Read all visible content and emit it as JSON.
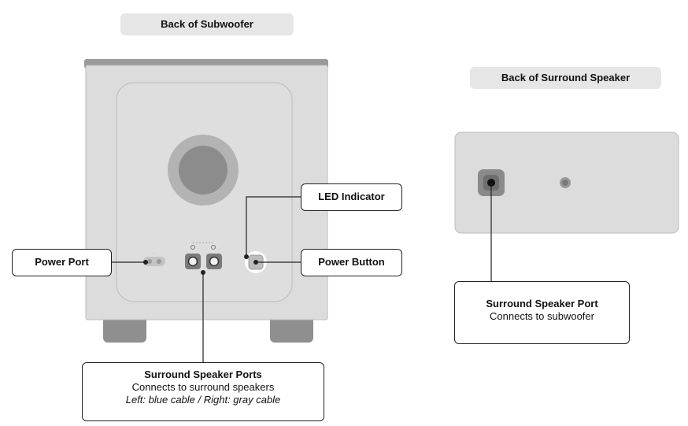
{
  "subwoofer": {
    "heading": "Back of Subwoofer",
    "callouts": {
      "power_port": "Power Port",
      "led_indicator": "LED Indicator",
      "power_button": "Power Button",
      "surround_ports": {
        "title": "Surround Speaker Ports",
        "line1": "Connects to surround speakers",
        "line2": "Left: blue cable / Right: gray cable"
      }
    }
  },
  "surround_speaker": {
    "heading": "Back of Surround Speaker",
    "callout": {
      "title": "Surround Speaker Port",
      "line1": "Connects to subwoofer"
    }
  },
  "colors": {
    "panel": "#dcdcdc",
    "panel_edge": "#bdbdbd",
    "cabinet_top": "#9c9c9c",
    "woofer_outer": "#b5b5b5",
    "woofer_inner": "#8d8d8d",
    "port": "#3a3a3a",
    "foot": "#909090",
    "pill": "#e6e6e6",
    "line": "#222222"
  }
}
